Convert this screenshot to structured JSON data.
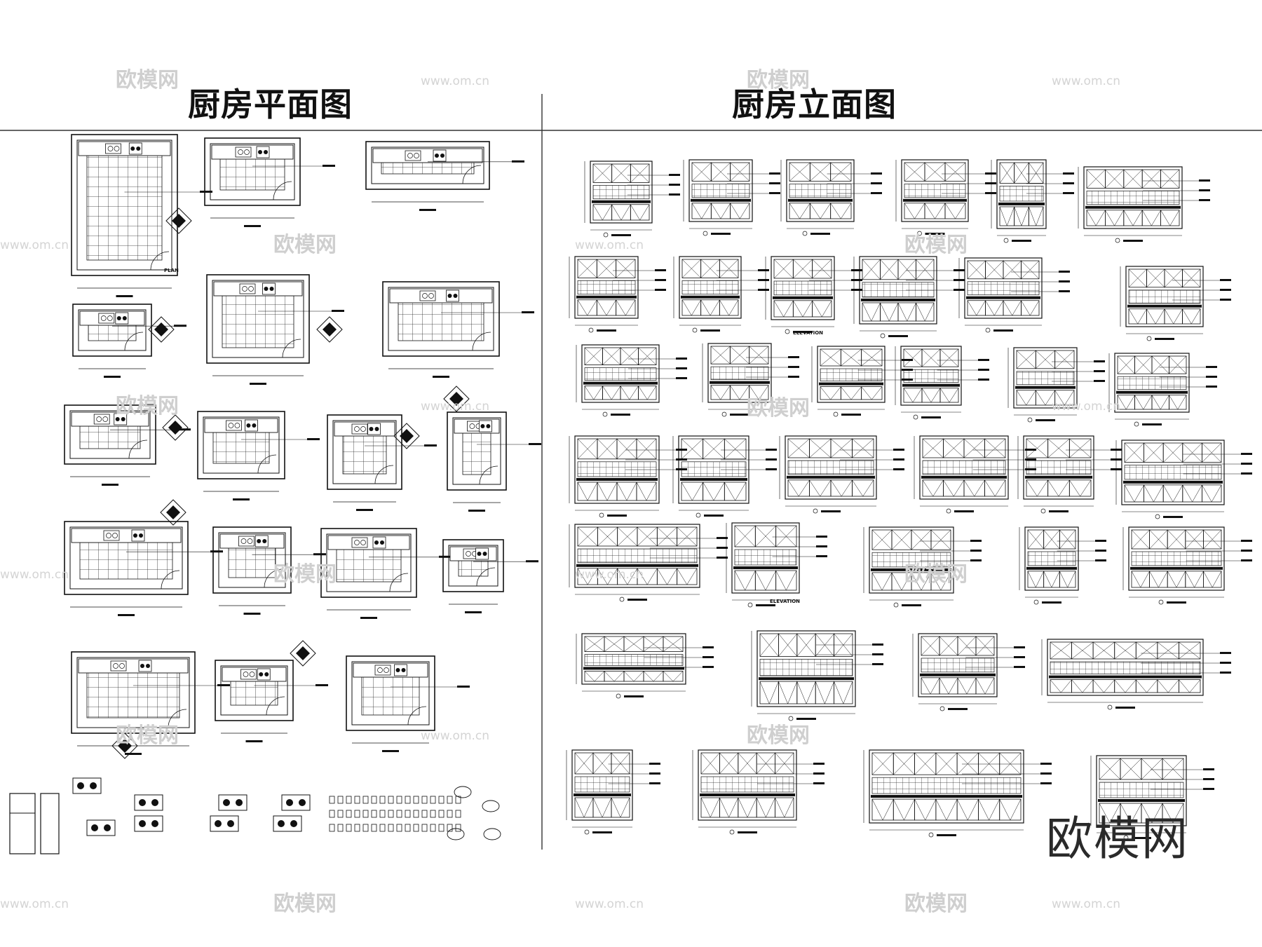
{
  "titles": {
    "plan": "厨房平面图",
    "elevation": "厨房立面图"
  },
  "brand": "欧模网",
  "watermark": {
    "text": "欧模网",
    "url": "www.om.cn"
  },
  "plan_labels": {
    "plan_tag": "PLAN"
  },
  "elevation_labels": {
    "elevation_tag_1": "ELEVATION",
    "elevation_tag_2": "ELEVATION"
  },
  "colors": {
    "line": "#111111",
    "watermark": "#cfcfcf",
    "background": "#ffffff"
  }
}
